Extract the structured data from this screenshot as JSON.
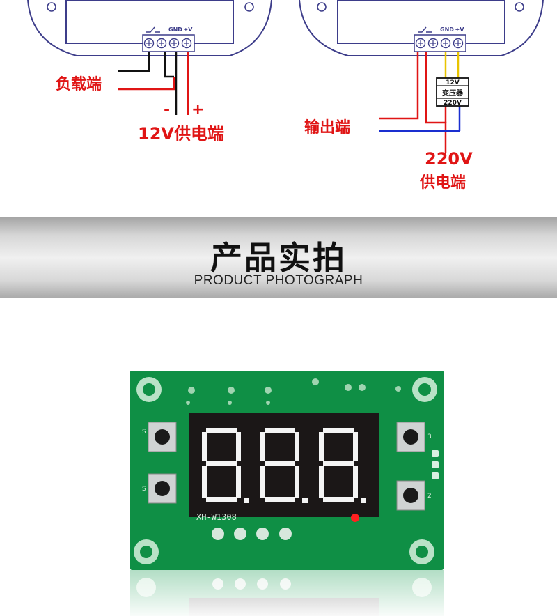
{
  "diagram_left": {
    "terminal_gnd": "GND",
    "terminal_v": "+V",
    "load_label": "负载端",
    "minus_sign": "-",
    "plus_sign": "+",
    "supply_label": "12V供电端"
  },
  "diagram_right": {
    "terminal_gnd": "GND",
    "terminal_v": "+V",
    "output_label": "输出端",
    "transformer_top": "12V",
    "transformer_name": "变压器",
    "transformer_bottom": "220V",
    "supply_voltage": "220V",
    "supply_label": "供电端"
  },
  "banner": {
    "title": "产品实拍",
    "subtitle": "PRODUCT PHOTOGRAPH"
  },
  "board": {
    "silkscreen": "XH-W1308",
    "button_labels": [
      "S",
      "S",
      "3",
      "2"
    ],
    "colors": {
      "pcb": "#0f8f45",
      "display": "#1b1717",
      "segment": "#f4f4f4",
      "led": "#ff2020"
    }
  }
}
